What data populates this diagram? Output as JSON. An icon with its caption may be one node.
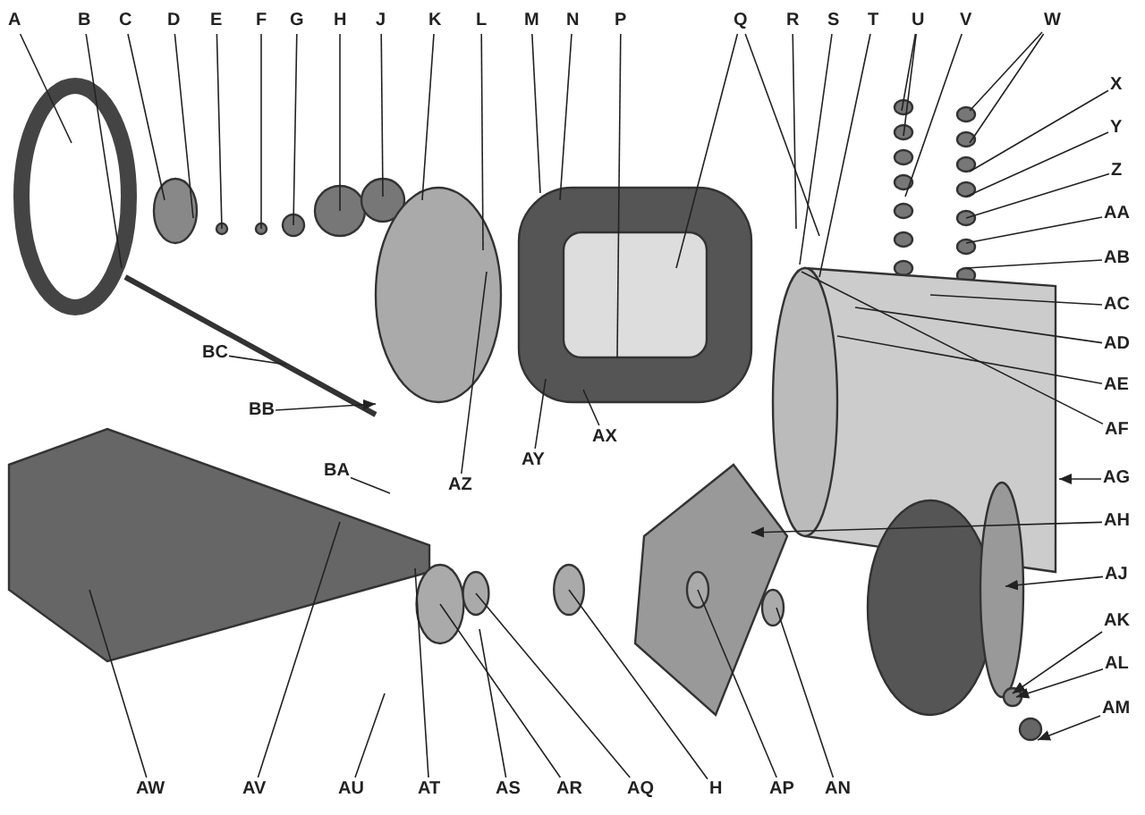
{
  "diagram": {
    "nodes": [
      {
        "text": [
          "A"
        ]
      },
      {
        "text": [
          "B"
        ]
      },
      {
        "text": [
          "C"
        ]
      },
      {
        "text": [
          "D"
        ]
      },
      {
        "text": [
          "E"
        ]
      },
      {
        "text": [
          "F"
        ]
      },
      {
        "text": [
          "G"
        ]
      },
      {
        "text": [
          "H"
        ]
      },
      {
        "text": [
          "J"
        ]
      },
      {
        "text": [
          "K"
        ]
      },
      {
        "text": [
          "L"
        ]
      },
      {
        "text": [
          "M"
        ]
      },
      {
        "text": [
          "N"
        ]
      },
      {
        "text": [
          "P"
        ]
      },
      {
        "text": [
          "Q"
        ]
      },
      {
        "text": [
          "R"
        ]
      },
      {
        "text": [
          "S"
        ]
      },
      {
        "text": [
          "T"
        ]
      },
      {
        "text": [
          "U"
        ]
      },
      {
        "text": [
          "V"
        ]
      },
      {
        "text": [
          "W"
        ]
      },
      {
        "text": [
          "X"
        ]
      },
      {
        "text": [
          "Y"
        ]
      },
      {
        "text": [
          "Z"
        ]
      },
      {
        "text": [
          "AA"
        ]
      },
      {
        "text": [
          "AB"
        ]
      },
      {
        "text": [
          "AC"
        ]
      },
      {
        "text": [
          "AD"
        ]
      },
      {
        "text": [
          "AE"
        ]
      },
      {
        "text": [
          "AF"
        ]
      },
      {
        "text": [
          "AG"
        ]
      },
      {
        "text": [
          "AH"
        ]
      },
      {
        "text": [
          "AJ"
        ]
      },
      {
        "text": [
          "AK"
        ]
      },
      {
        "text": [
          "AL"
        ]
      },
      {
        "text": [
          "AM"
        ]
      },
      {
        "text": [
          "AW"
        ]
      },
      {
        "text": [
          "AV"
        ]
      },
      {
        "text": [
          "AU"
        ]
      },
      {
        "text": [
          "AT"
        ]
      },
      {
        "text": [
          "AS"
        ]
      },
      {
        "text": [
          "AR"
        ]
      },
      {
        "text": [
          "AQ"
        ]
      },
      {
        "text": [
          "H"
        ]
      },
      {
        "text": [
          "AP"
        ]
      },
      {
        "text": [
          "AN"
        ]
      },
      {
        "text": [
          "BC"
        ]
      },
      {
        "text": [
          "BB"
        ]
      },
      {
        "text": [
          "BA"
        ]
      },
      {
        "text": [
          "AZ"
        ]
      },
      {
        "text": [
          "AY"
        ]
      },
      {
        "text": [
          "AX"
        ]
      }
    ],
    "edges": [
      {
        "from": 0,
        "to": null,
        "arrow": "none"
      },
      {
        "from": 1,
        "to": null,
        "arrow": "none"
      },
      {
        "from": 2,
        "to": null,
        "arrow": "none"
      },
      {
        "from": 3,
        "to": null,
        "arrow": "none"
      },
      {
        "from": 4,
        "to": null,
        "arrow": "none"
      },
      {
        "from": 5,
        "to": null,
        "arrow": "none"
      },
      {
        "from": 6,
        "to": null,
        "arrow": "none"
      },
      {
        "from": 7,
        "to": null,
        "arrow": "none"
      },
      {
        "from": 8,
        "to": null,
        "arrow": "none"
      },
      {
        "from": 9,
        "to": null,
        "arrow": "none"
      },
      {
        "from": 10,
        "to": null,
        "arrow": "none"
      },
      {
        "from": 11,
        "to": null,
        "arrow": "none"
      },
      {
        "from": 12,
        "to": null,
        "arrow": "none"
      },
      {
        "from": 13,
        "to": null,
        "arrow": "none"
      },
      {
        "from": 14,
        "to": null,
        "arrow": "none"
      },
      {
        "from": 14,
        "to": null,
        "arrow": "none"
      },
      {
        "from": 15,
        "to": null,
        "arrow": "none"
      },
      {
        "from": 16,
        "to": null,
        "arrow": "none"
      },
      {
        "from": 17,
        "to": null,
        "arrow": "none"
      },
      {
        "from": 18,
        "to": null,
        "arrow": "none"
      },
      {
        "from": 18,
        "to": null,
        "arrow": "none"
      },
      {
        "from": 19,
        "to": null,
        "arrow": "none"
      },
      {
        "from": 20,
        "to": null,
        "arrow": "none"
      },
      {
        "from": 20,
        "to": null,
        "arrow": "none"
      },
      {
        "from": 21,
        "to": null,
        "arrow": "none"
      },
      {
        "from": 22,
        "to": null,
        "arrow": "none"
      },
      {
        "from": 23,
        "to": null,
        "arrow": "none"
      },
      {
        "from": 24,
        "to": null,
        "arrow": "none"
      },
      {
        "from": 25,
        "to": null,
        "arrow": "none"
      },
      {
        "from": 26,
        "to": null,
        "arrow": "none"
      },
      {
        "from": 27,
        "to": null,
        "arrow": "none"
      },
      {
        "from": 28,
        "to": null,
        "arrow": "none"
      },
      {
        "from": 29,
        "to": null,
        "arrow": "none"
      },
      {
        "from": 30,
        "to": null,
        "arrow": "to"
      },
      {
        "from": 31,
        "to": null,
        "arrow": "to"
      },
      {
        "from": 32,
        "to": null,
        "arrow": "to"
      },
      {
        "from": 33,
        "to": null,
        "arrow": "to"
      },
      {
        "from": 34,
        "to": null,
        "arrow": "to"
      },
      {
        "from": 35,
        "to": null,
        "arrow": "to"
      },
      {
        "from": 36,
        "to": null,
        "arrow": "none"
      },
      {
        "from": 37,
        "to": null,
        "arrow": "none"
      },
      {
        "from": 38,
        "to": null,
        "arrow": "none"
      },
      {
        "from": 39,
        "to": null,
        "arrow": "none"
      },
      {
        "from": 40,
        "to": null,
        "arrow": "none"
      },
      {
        "from": 41,
        "to": null,
        "arrow": "none"
      },
      {
        "from": 42,
        "to": null,
        "arrow": "none"
      },
      {
        "from": 43,
        "to": null,
        "arrow": "none"
      },
      {
        "from": 44,
        "to": null,
        "arrow": "none"
      },
      {
        "from": 45,
        "to": null,
        "arrow": "none"
      },
      {
        "from": 46,
        "to": null,
        "arrow": "none"
      },
      {
        "from": 47,
        "to": null,
        "arrow": "to"
      },
      {
        "from": 48,
        "to": null,
        "arrow": "none"
      },
      {
        "from": 49,
        "to": null,
        "arrow": "none"
      },
      {
        "from": 50,
        "to": null,
        "arrow": "none"
      },
      {
        "from": 51,
        "to": null,
        "arrow": "none"
      }
    ]
  }
}
